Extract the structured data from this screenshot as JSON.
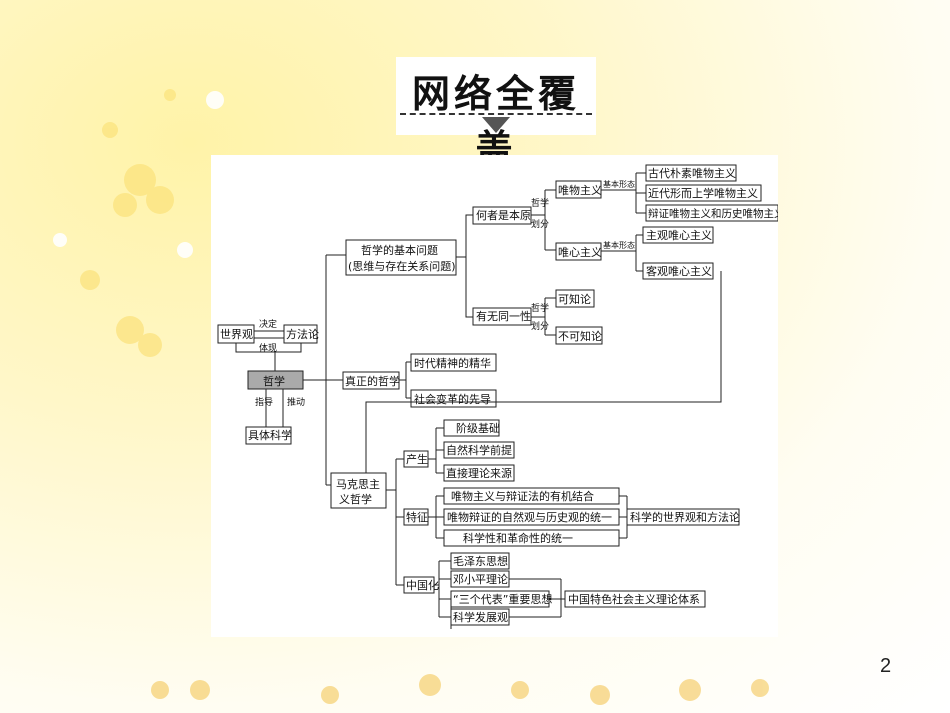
{
  "title": "网络全覆盖",
  "page_number": "2",
  "left": {
    "worldview": "世界观",
    "methodology": "方法论",
    "determine": "决定",
    "embody": "体现",
    "philosophy": "哲学",
    "guide": "指导",
    "promote": "推动",
    "science": "具体科学"
  },
  "basic_question": {
    "line1": "哲学的基本问题",
    "line2": "(思维与存在关系问题)",
    "origin": "何者是本原",
    "identity": "有无同一性",
    "split1a": "哲学",
    "split1b": "划分",
    "split2a": "哲学",
    "split2b": "划分",
    "materialism": "唯物主义",
    "idealism": "唯心主义",
    "form1": "基本形态",
    "form2": "基本形态",
    "mat_forms": [
      "古代朴素唯物主义",
      "近代形而上学唯物主义",
      "辩证唯物主义和历史唯物主义"
    ],
    "ide_forms": [
      "主观唯心主义",
      "客观唯心主义"
    ],
    "knowable": "可知论",
    "unknowable": "不可知论"
  },
  "true_philosophy": {
    "label": "真正的哲学",
    "items": [
      "时代精神的精华",
      "社会变革的先导"
    ]
  },
  "marxism": {
    "line1": "马克思主",
    "line2": "义哲学",
    "origin_label": "产生",
    "origin_items": [
      "阶级基础",
      "自然科学前提",
      "直接理论来源"
    ],
    "feature_label": "特征",
    "feature_items": [
      "唯物主义与辩证法的有机结合",
      "唯物辩证的自然观与历史观的统一",
      "科学性和革命性的统一"
    ],
    "feature_result": "科学的世界观和方法论",
    "china_label": "中国化",
    "china_items": [
      "毛泽东思想",
      "邓小平理论",
      "“三个代表”重要思想",
      "科学发展观"
    ],
    "china_result": "中国特色社会主义理论体系"
  }
}
